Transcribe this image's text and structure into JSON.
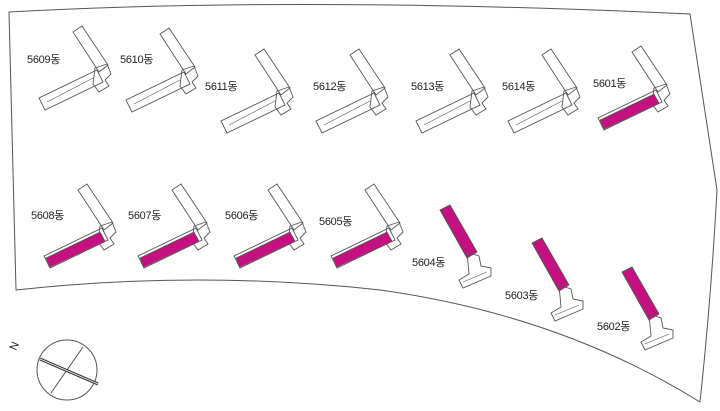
{
  "colors": {
    "outline": "#555555",
    "highlight": "#c5107f",
    "background": "#ffffff",
    "label": "#222222"
  },
  "compass": {
    "label": "N"
  },
  "buildings": [
    {
      "id": "5609",
      "label": "5609동",
      "highlighted": false
    },
    {
      "id": "5610",
      "label": "5610동",
      "highlighted": false
    },
    {
      "id": "5611",
      "label": "5611동",
      "highlighted": false
    },
    {
      "id": "5612",
      "label": "5612동",
      "highlighted": false
    },
    {
      "id": "5613",
      "label": "5613동",
      "highlighted": false
    },
    {
      "id": "5614",
      "label": "5614동",
      "highlighted": false
    },
    {
      "id": "5601",
      "label": "5601동",
      "highlighted": true
    },
    {
      "id": "5608",
      "label": "5608동",
      "highlighted": true
    },
    {
      "id": "5607",
      "label": "5607동",
      "highlighted": true
    },
    {
      "id": "5606",
      "label": "5606동",
      "highlighted": true
    },
    {
      "id": "5605",
      "label": "5605동",
      "highlighted": true
    },
    {
      "id": "5604",
      "label": "5604동",
      "highlighted": true
    },
    {
      "id": "5603",
      "label": "5603동",
      "highlighted": true
    },
    {
      "id": "5602",
      "label": "5602동",
      "highlighted": true
    }
  ]
}
